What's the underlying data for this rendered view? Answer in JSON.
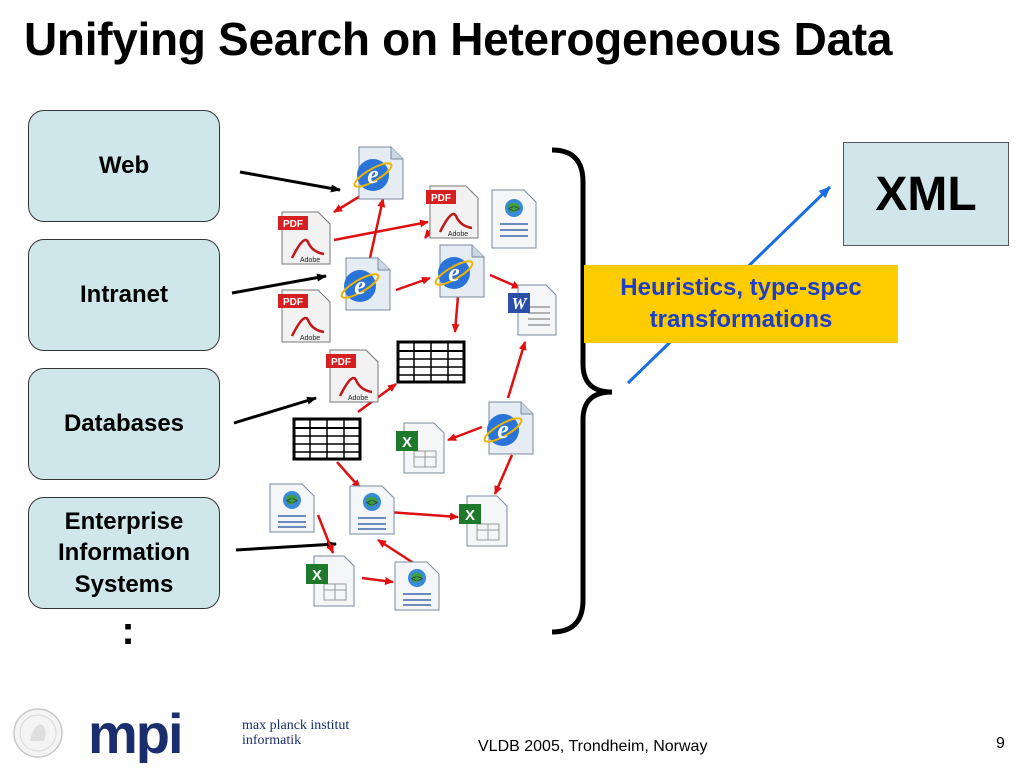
{
  "title": "Unifying Search on Heterogeneous Data",
  "sources": [
    {
      "label": "Web"
    },
    {
      "label": "Intranet"
    },
    {
      "label": "Databases"
    },
    {
      "label": "Enterprise\nInformation\nSystems"
    }
  ],
  "ellipsis": ":",
  "heuristics_label": "Heuristics, type-spec\ntransformations",
  "xml_label": "XML",
  "icons": [
    {
      "type": "ie",
      "label": "e"
    },
    {
      "type": "pdf",
      "label": "PDF",
      "sub": "Adobe"
    },
    {
      "type": "pdf",
      "label": "PDF",
      "sub": "Adobe"
    },
    {
      "type": "html",
      "label": "<>"
    },
    {
      "type": "ie",
      "label": "e"
    },
    {
      "type": "ie",
      "label": "e"
    },
    {
      "type": "pdf",
      "label": "PDF",
      "sub": "Adobe"
    },
    {
      "type": "word",
      "label": "W"
    },
    {
      "type": "pdf",
      "label": "PDF",
      "sub": "Adobe"
    },
    {
      "type": "table",
      "label": ""
    },
    {
      "type": "table",
      "label": ""
    },
    {
      "type": "excel",
      "label": "X"
    },
    {
      "type": "ie",
      "label": "e"
    },
    {
      "type": "html",
      "label": "<>"
    },
    {
      "type": "html",
      "label": "<>"
    },
    {
      "type": "excel",
      "label": "X"
    },
    {
      "type": "excel",
      "label": "X"
    },
    {
      "type": "html",
      "label": "<>"
    }
  ],
  "colors": {
    "arrow_red": "#e01010",
    "arrow_blue": "#1a6fe0",
    "source_fill": "#cfe7ea",
    "highlight": "#ffcc00",
    "highlight_text": "#1e3ec8"
  },
  "footer": {
    "logo_text": "max planck institut\ninformatik",
    "logo_mark": "mpi",
    "conference": "VLDB 2005, Trondheim, Norway",
    "page": "9"
  }
}
